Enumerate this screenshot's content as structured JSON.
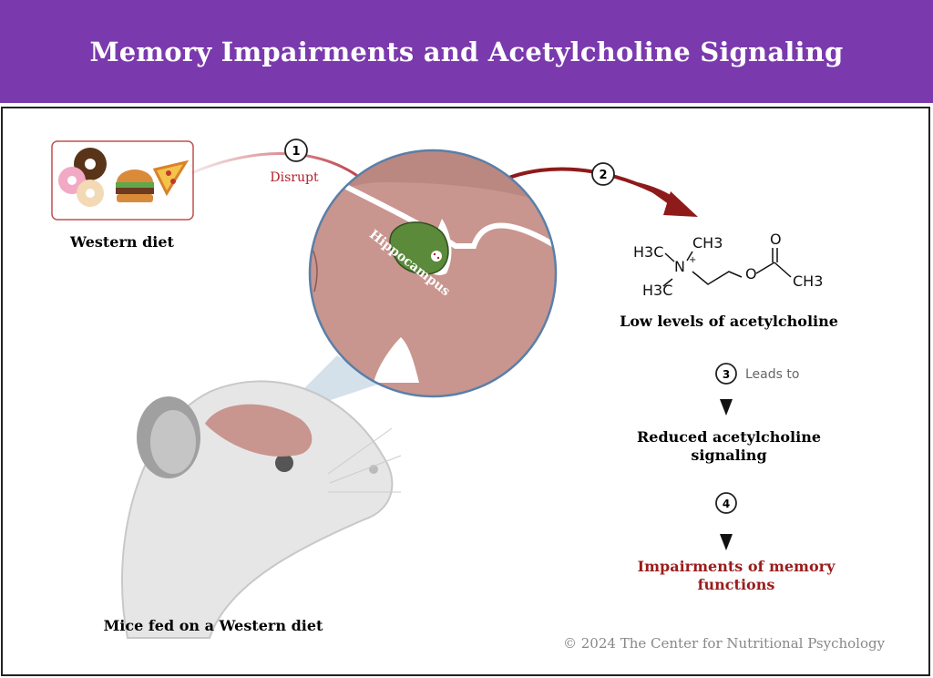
{
  "title": "Memory Impairments and Acetylcholine Signaling",
  "diet": {
    "label": "Western diet"
  },
  "mouse": {
    "label": "Mice fed on a Western diet"
  },
  "brain": {
    "region_label": "Hippocampus"
  },
  "steps": [
    {
      "number": "1",
      "action": "Disrupt"
    },
    {
      "number": "2"
    },
    {
      "number": "3",
      "action": "Leads to"
    },
    {
      "number": "4"
    }
  ],
  "molecule": {
    "groups": {
      "ch3_a": "H3C",
      "ch3_b": "CH3",
      "ch3_c": "H3C",
      "ch3_d": "CH3",
      "n": "N",
      "charge": "+",
      "o_carbonyl": "O",
      "o_ester": "O"
    },
    "caption": "Low levels of acetylcholine"
  },
  "outcomes": {
    "reduced": [
      "Reduced acetylcholine",
      "signaling"
    ],
    "impairment": [
      "Impairments of memory",
      "functions"
    ]
  },
  "colors": {
    "header": "#7a3aad",
    "arrow_red": "#b3202a",
    "hippocampus": "#5a8a3a",
    "brain": "#c9958f",
    "impairment_text": "#9b1c1c"
  },
  "copyright": "© 2024 The Center for Nutritional Psychology"
}
